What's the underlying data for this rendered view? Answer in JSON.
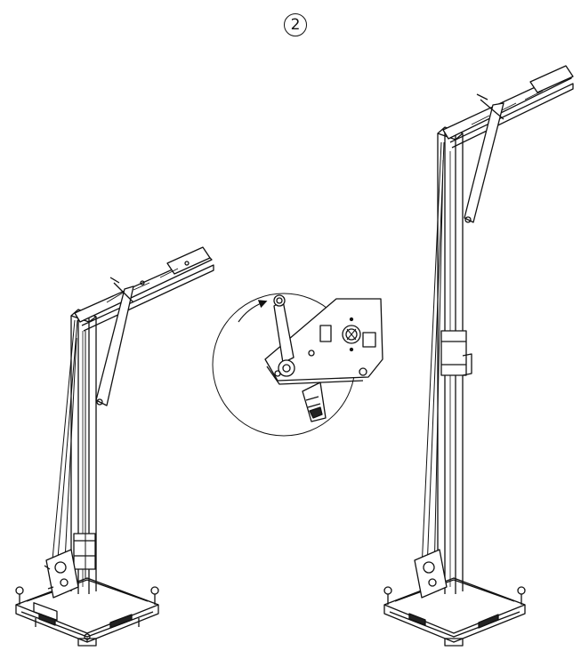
{
  "step": {
    "number": "2"
  },
  "figure": {
    "left_unit": {
      "state": "boom-lowered"
    },
    "right_unit": {
      "state": "boom-raised"
    },
    "detail": {
      "subject": "winch-crank",
      "rotation": "clockwise"
    }
  },
  "colors": {
    "line": "#111111",
    "background": "#ffffff"
  }
}
